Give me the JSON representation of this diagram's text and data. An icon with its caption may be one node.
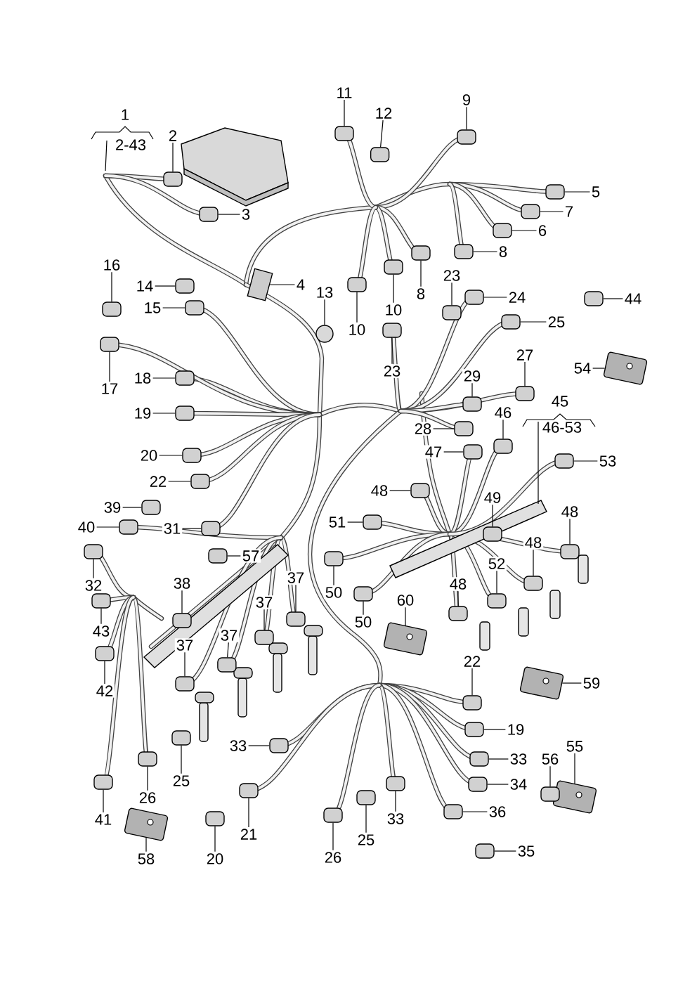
{
  "diagram": {
    "nodes": [
      {
        "text": [
          "1"
        ]
      },
      {
        "text": [
          "11"
        ]
      },
      {
        "text": [
          "9"
        ]
      },
      {
        "text": [
          "12"
        ]
      },
      {
        "text": [
          "2"
        ]
      },
      {
        "text": [
          "5"
        ]
      },
      {
        "text": [
          "7"
        ]
      },
      {
        "text": [
          "3"
        ]
      },
      {
        "text": [
          "6"
        ]
      },
      {
        "text": [
          "8"
        ]
      },
      {
        "text": [
          "16"
        ]
      },
      {
        "text": [
          "23"
        ]
      },
      {
        "text": [
          "4"
        ]
      },
      {
        "text": [
          "14"
        ]
      },
      {
        "text": [
          "13"
        ]
      },
      {
        "text": [
          "8"
        ]
      },
      {
        "text": [
          "24"
        ]
      },
      {
        "text": [
          "44"
        ]
      },
      {
        "text": [
          "15"
        ]
      },
      {
        "text": [
          "10"
        ]
      },
      {
        "text": [
          "25"
        ]
      },
      {
        "text": [
          "10"
        ]
      },
      {
        "text": [
          "27"
        ]
      },
      {
        "text": [
          "54"
        ]
      },
      {
        "text": [
          "23"
        ]
      },
      {
        "text": [
          "29"
        ]
      },
      {
        "text": [
          "18"
        ]
      },
      {
        "text": [
          "17"
        ]
      },
      {
        "text": [
          "45"
        ]
      },
      {
        "text": [
          "46"
        ]
      },
      {
        "text": [
          "19"
        ]
      },
      {
        "text": [
          "28"
        ]
      },
      {
        "text": [
          "47"
        ]
      },
      {
        "text": [
          "20"
        ]
      },
      {
        "text": [
          "53"
        ]
      },
      {
        "text": [
          "22"
        ]
      },
      {
        "text": [
          "48"
        ]
      },
      {
        "text": [
          "49"
        ]
      },
      {
        "text": [
          "39"
        ]
      },
      {
        "text": [
          "48"
        ]
      },
      {
        "text": [
          "51"
        ]
      },
      {
        "text": [
          "40"
        ]
      },
      {
        "text": [
          "31"
        ]
      },
      {
        "text": [
          "48"
        ]
      },
      {
        "text": [
          "57"
        ]
      },
      {
        "text": [
          "52"
        ]
      },
      {
        "text": [
          "37"
        ]
      },
      {
        "text": [
          "38"
        ]
      },
      {
        "text": [
          "48"
        ]
      },
      {
        "text": [
          "32"
        ]
      },
      {
        "text": [
          "50"
        ]
      },
      {
        "text": [
          "60"
        ]
      },
      {
        "text": [
          "37"
        ]
      },
      {
        "text": [
          "50"
        ]
      },
      {
        "text": [
          "43"
        ]
      },
      {
        "text": [
          "37"
        ]
      },
      {
        "text": [
          "37"
        ]
      },
      {
        "text": [
          "22"
        ]
      },
      {
        "text": [
          "59"
        ]
      },
      {
        "text": [
          "42"
        ]
      },
      {
        "text": [
          "19"
        ]
      },
      {
        "text": [
          "33"
        ]
      },
      {
        "text": [
          "55"
        ]
      },
      {
        "text": [
          "33"
        ]
      },
      {
        "text": [
          "56"
        ]
      },
      {
        "text": [
          "25"
        ]
      },
      {
        "text": [
          "34"
        ]
      },
      {
        "text": [
          "26"
        ]
      },
      {
        "text": [
          "36"
        ]
      },
      {
        "text": [
          "33"
        ]
      },
      {
        "text": [
          "41"
        ]
      },
      {
        "text": [
          "21"
        ]
      },
      {
        "text": [
          "25"
        ]
      },
      {
        "text": [
          "35"
        ]
      },
      {
        "text": [
          "26"
        ]
      },
      {
        "text": [
          "58"
        ]
      },
      {
        "text": [
          "20"
        ]
      },
      {
        "text": [],
        "shape": "box"
      },
      {
        "text": [],
        "shape": "box"
      },
      {
        "text": [],
        "shape": "box"
      },
      {
        "text": [],
        "shape": "box"
      },
      {
        "text": [],
        "shape": "box"
      },
      {
        "text": [],
        "shape": "box"
      },
      {
        "text": [],
        "shape": "box"
      },
      {
        "text": [],
        "shape": "box"
      },
      {
        "text": [],
        "shape": "box"
      },
      {
        "text": [],
        "shape": "box"
      },
      {
        "text": [],
        "shape": "box"
      },
      {
        "text": [],
        "shape": "box"
      },
      {
        "text": [],
        "shape": "box"
      },
      {
        "text": [],
        "shape": "circle"
      },
      {
        "text": [],
        "shape": "box"
      },
      {
        "text": [],
        "shape": "box"
      },
      {
        "text": [],
        "shape": "box"
      },
      {
        "text": [],
        "shape": "box"
      },
      {
        "text": [],
        "shape": "box"
      },
      {
        "text": [],
        "shape": "box"
      },
      {
        "text": [],
        "shape": "box"
      },
      {
        "text": [],
        "shape": "box"
      },
      {
        "text": [],
        "shape": "box"
      },
      {
        "text": [],
        "shape": "box"
      },
      {
        "text": [],
        "shape": "box"
      },
      {
        "text": [],
        "shape": "box"
      },
      {
        "text": [],
        "shape": "box"
      },
      {
        "text": [],
        "shape": "box"
      },
      {
        "text": [],
        "shape": "box"
      },
      {
        "text": [],
        "shape": "box"
      },
      {
        "text": [],
        "shape": "box"
      },
      {
        "text": [],
        "shape": "box"
      },
      {
        "text": [],
        "shape": "box"
      },
      {
        "text": [],
        "shape": "box"
      },
      {
        "text": [],
        "shape": "box"
      },
      {
        "text": [],
        "shape": "box"
      },
      {
        "text": [],
        "shape": "box"
      },
      {
        "text": [],
        "shape": "box"
      },
      {
        "text": [],
        "shape": "box"
      },
      {
        "text": [],
        "shape": "box"
      },
      {
        "text": [],
        "shape": "box"
      },
      {
        "text": [],
        "shape": "box"
      },
      {
        "text": [],
        "shape": "box"
      },
      {
        "text": [],
        "shape": "box"
      },
      {
        "text": [],
        "shape": "box"
      },
      {
        "text": [],
        "shape": "box"
      },
      {
        "text": [],
        "shape": "box"
      },
      {
        "text": [],
        "shape": "box"
      },
      {
        "text": [],
        "shape": "box"
      },
      {
        "text": [],
        "shape": "box"
      },
      {
        "text": [],
        "shape": "box"
      },
      {
        "text": [],
        "shape": "box"
      },
      {
        "text": [],
        "shape": "box"
      },
      {
        "text": [],
        "shape": "box"
      },
      {
        "text": [],
        "shape": "box"
      },
      {
        "text": [],
        "shape": "box"
      },
      {
        "text": [],
        "shape": "box"
      },
      {
        "text": [],
        "shape": "box"
      },
      {
        "text": [],
        "shape": "box"
      },
      {
        "text": [],
        "shape": "box"
      },
      {
        "text": [],
        "shape": "box"
      },
      {
        "text": [],
        "shape": "box"
      },
      {
        "text": [],
        "shape": "box"
      },
      {
        "text": [],
        "shape": "box"
      },
      {
        "text": [],
        "shape": "box"
      },
      {
        "text": [],
        "shape": "box"
      },
      {
        "text": [],
        "shape": "box"
      },
      {
        "text": [],
        "shape": "box"
      },
      {
        "text": [],
        "shape": "box"
      },
      {
        "text": [],
        "shape": "box"
      },
      {
        "text": [],
        "shape": "box"
      },
      {
        "text": [],
        "shape": "box"
      },
      {
        "text": [],
        "shape": "box"
      },
      {
        "text": [],
        "shape": "box"
      },
      {
        "text": [],
        "shape": "box"
      }
    ],
    "edges": [
      {
        "from": 1,
        "to": 77,
        "arrow": "none"
      },
      {
        "from": 2,
        "to": 78,
        "arrow": "none"
      },
      {
        "from": 3,
        "to": 79,
        "arrow": "none"
      },
      {
        "from": 4,
        "to": 80,
        "arrow": "none"
      },
      {
        "from": 5,
        "to": 81,
        "arrow": "none"
      },
      {
        "from": 6,
        "to": 82,
        "arrow": "none"
      },
      {
        "from": 7,
        "to": 83,
        "arrow": "none"
      },
      {
        "from": 8,
        "to": 84,
        "arrow": "none"
      },
      {
        "from": 9,
        "to": 85,
        "arrow": "none"
      },
      {
        "from": 10,
        "to": 86,
        "arrow": "none"
      },
      {
        "from": 11,
        "to": 87,
        "arrow": "none"
      },
      {
        "from": 12,
        "to": 88,
        "arrow": "none"
      },
      {
        "from": 13,
        "to": 89,
        "arrow": "none"
      },
      {
        "from": 14,
        "to": 90,
        "arrow": "none"
      },
      {
        "from": 15,
        "to": 91,
        "arrow": "none"
      },
      {
        "from": 16,
        "to": 92,
        "arrow": "none"
      },
      {
        "from": 17,
        "to": 93,
        "arrow": "none"
      },
      {
        "from": 18,
        "to": 94,
        "arrow": "none"
      },
      {
        "from": 19,
        "to": 95,
        "arrow": "none"
      },
      {
        "from": 20,
        "to": 96,
        "arrow": "none"
      },
      {
        "from": 21,
        "to": 97,
        "arrow": "none"
      },
      {
        "from": 22,
        "to": 98,
        "arrow": "none"
      },
      {
        "from": 23,
        "to": 99,
        "arrow": "none"
      },
      {
        "from": 24,
        "to": 100,
        "arrow": "none"
      },
      {
        "from": 25,
        "to": 101,
        "arrow": "none"
      },
      {
        "from": 26,
        "to": 102,
        "arrow": "none"
      },
      {
        "from": 27,
        "to": 103,
        "arrow": "none"
      },
      {
        "from": 29,
        "to": 104,
        "arrow": "none"
      },
      {
        "from": 30,
        "to": 105,
        "arrow": "none"
      },
      {
        "from": 31,
        "to": 106,
        "arrow": "none"
      },
      {
        "from": 32,
        "to": 107,
        "arrow": "none"
      },
      {
        "from": 33,
        "to": 108,
        "arrow": "none"
      },
      {
        "from": 34,
        "to": 109,
        "arrow": "none"
      },
      {
        "from": 35,
        "to": 110,
        "arrow": "none"
      },
      {
        "from": 36,
        "to": 111,
        "arrow": "none"
      },
      {
        "from": 37,
        "to": 112,
        "arrow": "none"
      },
      {
        "from": 38,
        "to": 113,
        "arrow": "none"
      },
      {
        "from": 39,
        "to": 114,
        "arrow": "none"
      },
      {
        "from": 40,
        "to": 115,
        "arrow": "none"
      },
      {
        "from": 41,
        "to": 116,
        "arrow": "none"
      },
      {
        "from": 42,
        "to": 117,
        "arrow": "none"
      },
      {
        "from": 43,
        "to": 118,
        "arrow": "none"
      },
      {
        "from": 44,
        "to": 119,
        "arrow": "none"
      },
      {
        "from": 45,
        "to": 120,
        "arrow": "none"
      },
      {
        "from": 46,
        "to": 121,
        "arrow": "none"
      },
      {
        "from": 47,
        "to": 122,
        "arrow": "none"
      },
      {
        "from": 48,
        "to": 123,
        "arrow": "none"
      },
      {
        "from": 49,
        "to": 124,
        "arrow": "none"
      },
      {
        "from": 50,
        "to": 125,
        "arrow": "none"
      },
      {
        "from": 51,
        "to": 126,
        "arrow": "none"
      },
      {
        "from": 52,
        "to": 127,
        "arrow": "none"
      },
      {
        "from": 53,
        "to": 128,
        "arrow": "none"
      },
      {
        "from": 54,
        "to": 129,
        "arrow": "none"
      },
      {
        "from": 55,
        "to": 130,
        "arrow": "none"
      },
      {
        "from": 56,
        "to": 131,
        "arrow": "none"
      },
      {
        "from": 57,
        "to": 132,
        "arrow": "none"
      },
      {
        "from": 58,
        "to": 133,
        "arrow": "none"
      },
      {
        "from": 59,
        "to": 134,
        "arrow": "none"
      },
      {
        "from": 60,
        "to": 135,
        "arrow": "none"
      },
      {
        "from": 61,
        "to": 136,
        "arrow": "none"
      },
      {
        "from": 62,
        "to": 137,
        "arrow": "none"
      },
      {
        "from": 63,
        "to": 138,
        "arrow": "none"
      },
      {
        "from": 64,
        "to": 139,
        "arrow": "none"
      },
      {
        "from": 65,
        "to": 140,
        "arrow": "none"
      },
      {
        "from": 66,
        "to": 141,
        "arrow": "none"
      },
      {
        "from": 67,
        "to": 142,
        "arrow": "none"
      },
      {
        "from": 68,
        "to": 143,
        "arrow": "none"
      },
      {
        "from": 69,
        "to": 144,
        "arrow": "none"
      },
      {
        "from": 70,
        "to": 145,
        "arrow": "none"
      },
      {
        "from": 71,
        "to": 146,
        "arrow": "none"
      },
      {
        "from": 72,
        "to": 147,
        "arrow": "none"
      },
      {
        "from": 73,
        "to": 148,
        "arrow": "none"
      },
      {
        "from": 74,
        "to": 149,
        "arrow": "none"
      },
      {
        "from": 75,
        "to": 150,
        "arrow": "none"
      },
      {
        "from": 76,
        "to": 151,
        "arrow": "none"
      }
    ],
    "labels": [
      "2-43",
      "46-53"
    ]
  }
}
